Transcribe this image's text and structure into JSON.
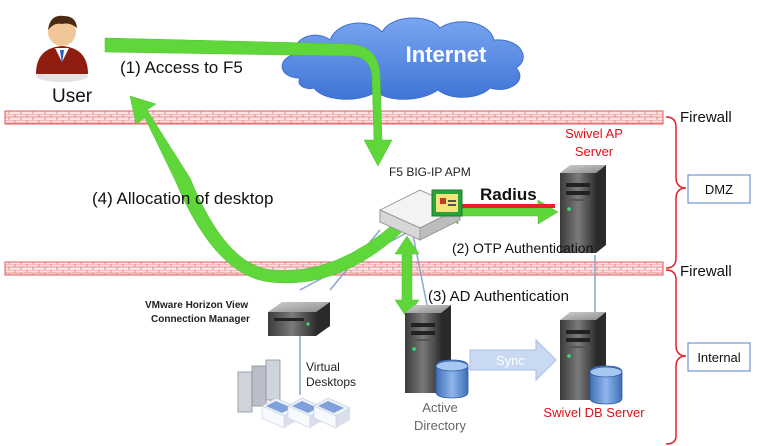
{
  "labels": {
    "user": "User",
    "internet": "Internet",
    "step1": "(1) Access to F5",
    "step2": "(2) OTP Authentication",
    "step3": "(3) AD Authentication",
    "step4": "(4) Allocation of desktop",
    "radius": "Radius",
    "sync": "Sync",
    "f5": "F5 BIG-IP APM",
    "swivel_ap_line1": "Swivel AP",
    "swivel_ap_line2": "Server",
    "swivel_db": "Swivel DB Server",
    "vmware_line1": "VMware Horizon View",
    "vmware_line2": "Connection Manager",
    "virtual_line1": "Virtual",
    "virtual_line2": "Desktops",
    "ad_line1": "Active",
    "ad_line2": "Directory",
    "firewall_top": "Firewall",
    "firewall_bottom": "Firewall",
    "zone_dmz": "DMZ",
    "zone_internal": "Internal"
  },
  "colors": {
    "arrow_green": "#5fd73a",
    "cloud_blue": "#5b8ee6",
    "firewall_red": "#e05a5a",
    "radius_line": "#e8202a",
    "label_red": "#e0101a",
    "sync_blue": "#c9d9f2",
    "link_blue": "#8aa6cc"
  }
}
